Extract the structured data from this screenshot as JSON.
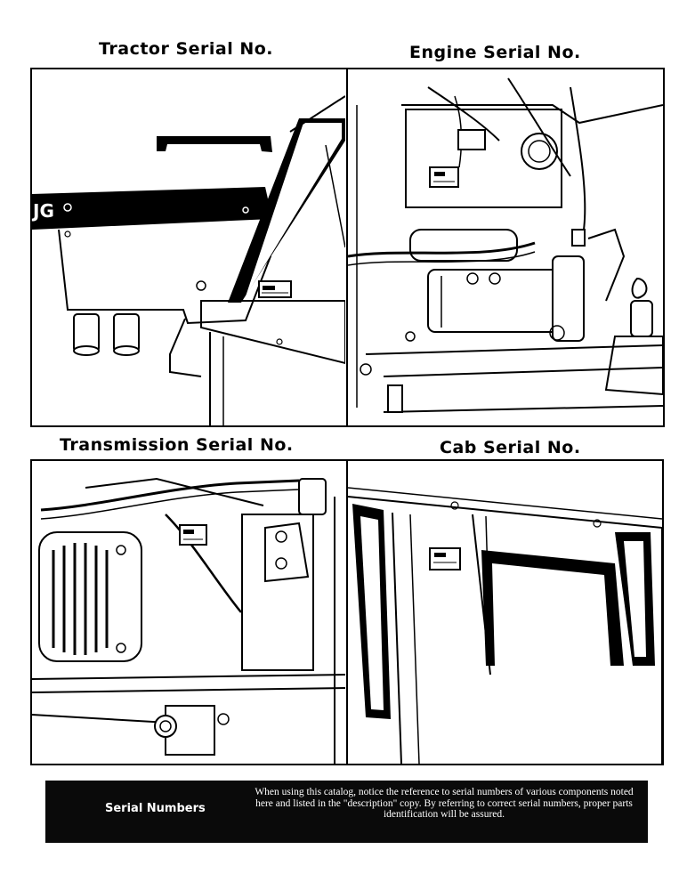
{
  "captions": {
    "tractor": "Tractor Serial No.",
    "engine": "Engine Serial No.",
    "transmission": "Transmission Serial No.",
    "cab": "Cab Serial No."
  },
  "illustrations": {
    "tractor_logo_text": "JG"
  },
  "footer": {
    "title": "Serial Numbers",
    "text": "When using this catalog, notice the reference to serial numbers of various components noted here and listed in the \"description\" copy. By referring to correct serial numbers, proper parts identification will be assured."
  },
  "colors": {
    "ink": "#000000",
    "paper": "#ffffff",
    "footer_band": "#0a0a0a"
  }
}
